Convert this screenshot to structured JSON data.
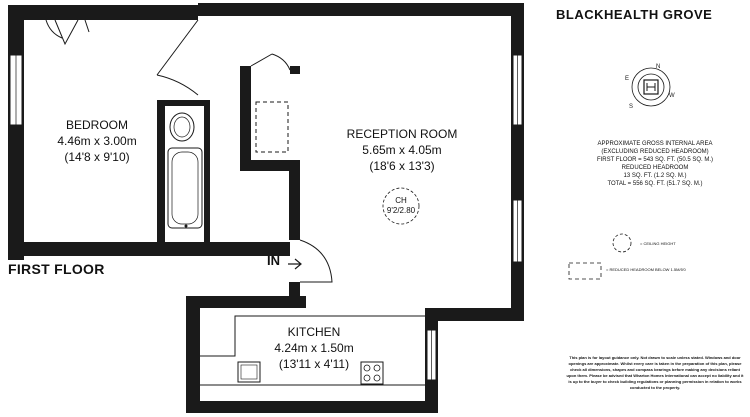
{
  "property": {
    "title": "BLACKHEALTH GROVE",
    "floor_label": "FIRST FLOOR",
    "entrance_label": "IN"
  },
  "rooms": {
    "bedroom": {
      "name": "BEDROOM",
      "metric": "4.46m x 3.00m",
      "imperial": "(14'8 x 9'10)"
    },
    "reception": {
      "name": "RECEPTION ROOM",
      "metric": "5.65m x 4.05m",
      "imperial": "(18'6 x 13'3)"
    },
    "kitchen": {
      "name": "KITCHEN",
      "metric": "4.24m x 1.50m",
      "imperial": "(13'11 x 4'11)"
    }
  },
  "ceiling_height": {
    "label": "CH",
    "value": "9'2/2.80"
  },
  "compass_letters": {
    "north": "N",
    "south": "S",
    "east": "E",
    "west": "W"
  },
  "area_summary": {
    "heading1": "APPROXIMATE GROSS INTERNAL AREA",
    "heading2": "(EXCLUDING REDUCED HEADROOM)",
    "first_floor": "FIRST FLOOR = 543 SQ. FT. (50.5 SQ. M.)",
    "reduced_label": "REDUCED HEADROOM",
    "reduced_value": "13 SQ. FT. (1.2 SQ. M.)",
    "total": "TOTAL = 556 SQ. FT. (51.7 SQ. M.)"
  },
  "legend": {
    "ceiling": "= CEILING HEIGHT",
    "reduced": "= REDUCED HEADROOM BELOW 1.5M/5'0"
  },
  "disclaimer": "This plan is for layout guidance only. Not drawn to scale unless stated. Windows and door openings are approximate. Whilst every care is taken in the preparation of this plan, please check all dimensions, shapes and compass bearings before making any decisions reliant upon them. Please be advised that Wharton Homes International can accept no liability and it is up to the buyer to check building regulations or planning permission in relation to works conducted to the property."
}
